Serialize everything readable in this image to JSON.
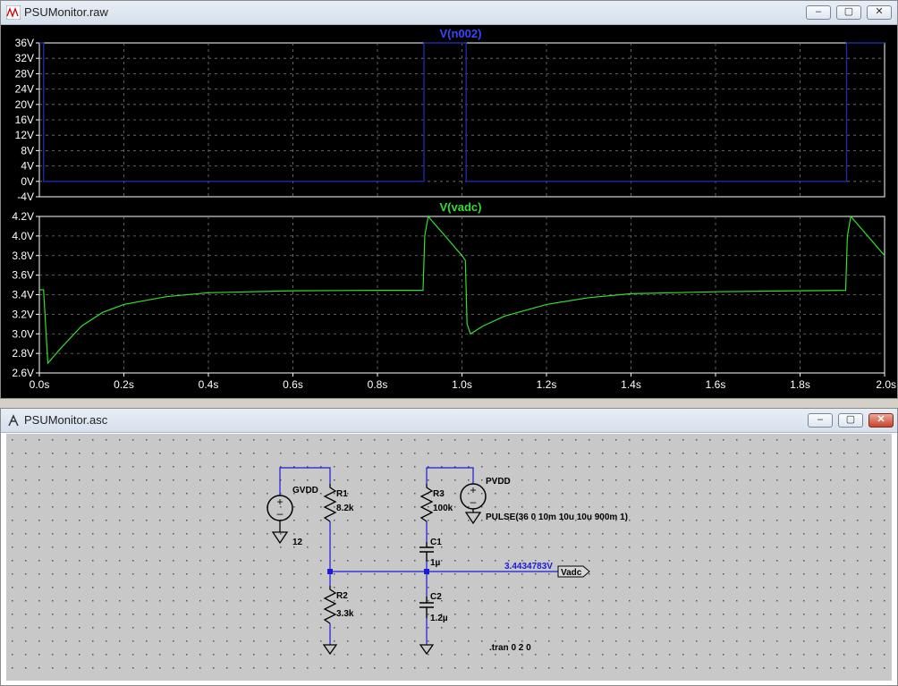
{
  "waveform_window": {
    "title": "PSUMonitor.raw",
    "plots": [
      {
        "trace_label": "V(n002)",
        "trace_color": "#1e2aa8",
        "y_ticks": [
          "36V",
          "32V",
          "28V",
          "24V",
          "20V",
          "16V",
          "12V",
          "8V",
          "4V",
          "0V",
          "-4V"
        ]
      },
      {
        "trace_label": "V(vadc)",
        "trace_color": "#33dd33",
        "y_ticks": [
          "4.2V",
          "4.0V",
          "3.8V",
          "3.6V",
          "3.4V",
          "3.2V",
          "3.0V",
          "2.8V",
          "2.6V"
        ]
      }
    ],
    "x_ticks": [
      "0.0s",
      "0.2s",
      "0.4s",
      "0.6s",
      "0.8s",
      "1.0s",
      "1.2s",
      "1.4s",
      "1.6s",
      "1.8s",
      "2.0s"
    ]
  },
  "chart_data": [
    {
      "type": "line",
      "title": "V(n002)",
      "xlim": [
        0,
        2.0
      ],
      "ylim": [
        -4,
        36
      ],
      "grid": true,
      "x": [
        0.0,
        0.01,
        0.01,
        0.91,
        0.91,
        1.01,
        1.01,
        1.91,
        1.91,
        2.0
      ],
      "series": [
        {
          "name": "V(n002)",
          "values": [
            36,
            36,
            0,
            0,
            36,
            36,
            0,
            0,
            36,
            36
          ]
        }
      ]
    },
    {
      "type": "line",
      "title": "V(vadc)",
      "xlim": [
        0,
        2.0
      ],
      "ylim": [
        2.6,
        4.2
      ],
      "grid": true,
      "x": [
        0.0,
        0.01,
        0.02,
        0.05,
        0.1,
        0.15,
        0.2,
        0.3,
        0.4,
        0.6,
        0.8,
        0.908,
        0.912,
        0.92,
        0.95,
        1.0,
        1.008,
        1.012,
        1.02,
        1.05,
        1.1,
        1.2,
        1.3,
        1.4,
        1.6,
        1.8,
        1.908,
        1.912,
        1.92,
        1.95,
        2.0
      ],
      "series": [
        {
          "name": "V(vadc)",
          "values": [
            3.45,
            3.45,
            2.7,
            2.85,
            3.08,
            3.22,
            3.3,
            3.38,
            3.42,
            3.44,
            3.445,
            3.445,
            4.0,
            4.2,
            4.05,
            3.8,
            3.75,
            3.1,
            3.0,
            3.08,
            3.18,
            3.3,
            3.37,
            3.41,
            3.43,
            3.44,
            3.445,
            4.0,
            4.2,
            4.05,
            3.8
          ]
        }
      ]
    }
  ],
  "schematic_window": {
    "title": "PSUMonitor.asc",
    "components": {
      "gvdd_name": "GVDD",
      "gvdd_value": "12",
      "pvdd_name": "PVDD",
      "pvdd_value": "PULSE(36 0 10m 10u 10u 900m 1)",
      "r1_name": "R1",
      "r1_value": "8.2k",
      "r2_name": "R2",
      "r2_value": "3.3k",
      "r3_name": "R3",
      "r3_value": "100k",
      "c1_name": "C1",
      "c1_value": "1µ",
      "c2_name": "C2",
      "c2_value": "1.2µ",
      "node_voltage": "3.4434783V",
      "net_label": "Vadc",
      "directive": ".tran 0 2 0"
    }
  }
}
